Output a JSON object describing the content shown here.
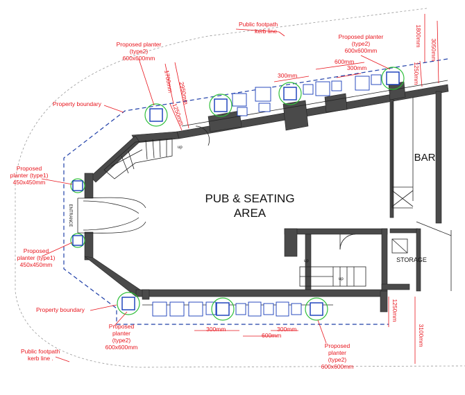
{
  "labels": {
    "footpath_top": "Public footpath",
    "kerb_top": "kerb line",
    "planter_top_left_1": "Proposed planter",
    "planter_top_left_2": "(type2)",
    "planter_top_left_3": "600x600mm",
    "planter_top_right_1": "Proposed planter",
    "planter_top_right_2": "(type2)",
    "planter_top_right_3": "600x600mm",
    "boundary_top": "Property boundary",
    "planter_t1_top_1": "Proposed",
    "planter_t1_top_2": "planter (type1)",
    "planter_t1_top_3": "450x450mm",
    "planter_t1_bot_1": "Proposed",
    "planter_t1_bot_2": "planter (type1)",
    "planter_t1_bot_3": "450x450mm",
    "boundary_bottom": "Property boundary",
    "planter_bot_left_1": "Proposed",
    "planter_bot_left_2": "planter",
    "planter_bot_left_3": "(type2)",
    "planter_bot_left_4": "600x600mm",
    "planter_bot_right_1": "Proposed",
    "planter_bot_right_2": "planter",
    "planter_bot_right_3": "(type2)",
    "planter_bot_right_4": "600x600mm",
    "footpath_bottom": "Public footpath",
    "kerb_bottom": "kerb line ."
  },
  "rooms": {
    "pub_line1": "PUB & SEATING",
    "pub_line2": "AREA",
    "bar": "BAR",
    "storage": "STORAGE",
    "entrance": "ENTRANCE",
    "up1": "up",
    "up2": "up",
    "up3": "up"
  },
  "dims": {
    "d1700": "1700mm",
    "d2950": "2950mm",
    "d1250_left": "1250mm",
    "d300_top": "300mm",
    "d600_top": "600mm",
    "d300_top2": "300mm",
    "d1800": "1800mm",
    "d3050": "3050mm",
    "d1250_right": "1250mm",
    "d300_bot1": "300mm",
    "d600_bot": "600mm",
    "d300_bot2": "300mm",
    "d1250_bot": "1250mm",
    "d3100": "3100mm"
  },
  "colors": {
    "annotation": "#e8141c",
    "boundary": "#1f3fa8",
    "planter": "#1238b8",
    "canopy": "#2fbf3a",
    "wall": "#4a4a4a"
  }
}
